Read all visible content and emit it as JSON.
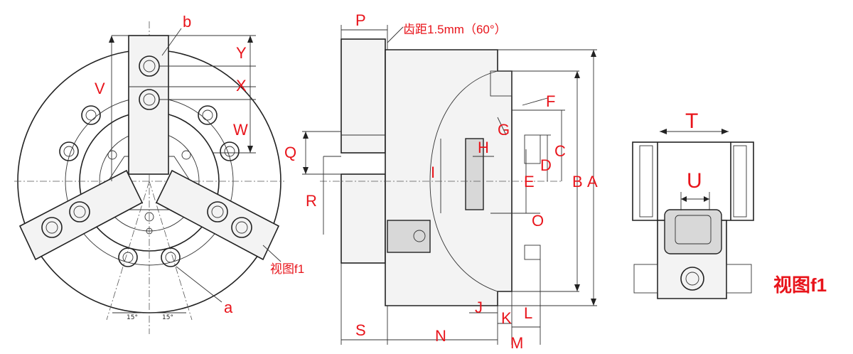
{
  "front_view": {
    "labels": {
      "b": "b",
      "Y": "Y",
      "X": "X",
      "W": "W",
      "V": "V",
      "a": "a",
      "view": "视图f1"
    },
    "angles": [
      "15°",
      "15°"
    ]
  },
  "side_view": {
    "thread_note": "齿距1.5mm（60°）",
    "labels": {
      "P": "P",
      "Q": "Q",
      "R": "R",
      "I": "I",
      "S": "S",
      "N": "N",
      "J": "J",
      "K": "K",
      "L": "L",
      "M": "M",
      "F": "F",
      "G": "G",
      "H": "H",
      "C": "C",
      "D": "D",
      "E": "E",
      "B": "B",
      "A": "A",
      "O": "O"
    }
  },
  "detail_view": {
    "labels": {
      "T": "T",
      "U": "U"
    },
    "title": "视图f1"
  }
}
